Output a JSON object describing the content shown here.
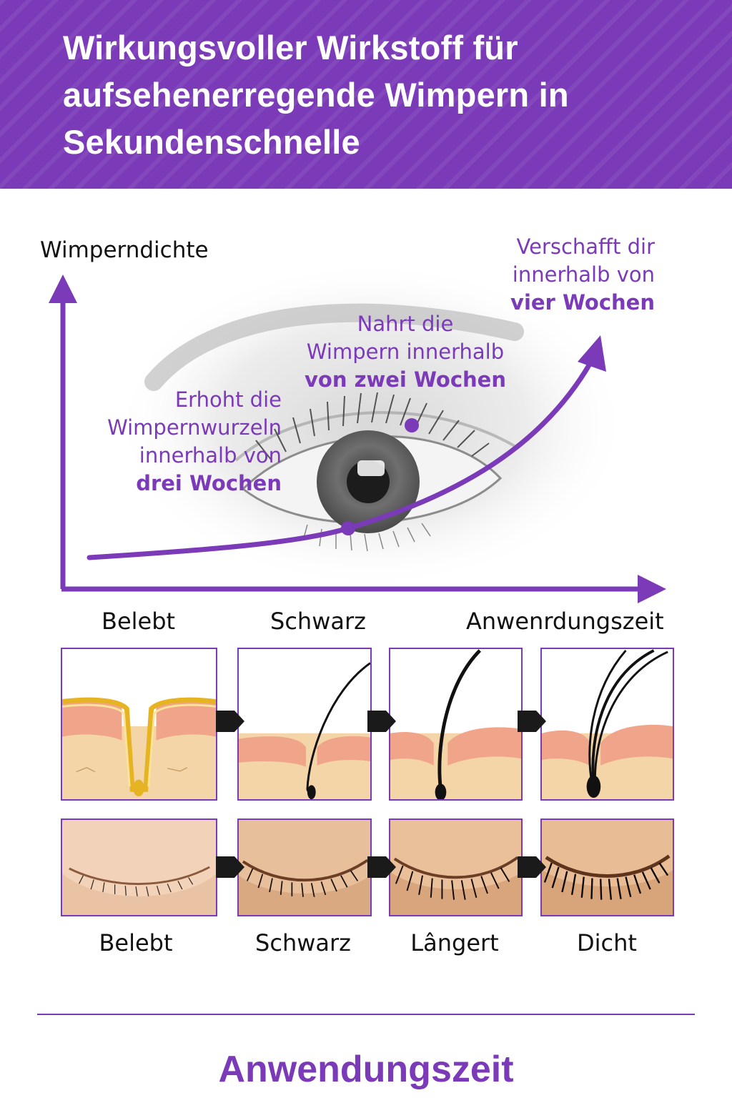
{
  "header": {
    "title": "Wirkungsvoller Wirkstoff für aufsehenerregende Wimpern in Sekundenschnelle"
  },
  "chart": {
    "y_axis_label": "Wimperndichte",
    "x_axis_label": "Anwenrdungszeit",
    "annotations": [
      {
        "lines": [
          "Erhoht die",
          "Wimpernwurzeln",
          "innerhalb von"
        ],
        "bold": "drei Wochen"
      },
      {
        "lines": [
          "Nahrt die",
          "Wimpern innerhalb"
        ],
        "bold": "von zwei Wochen"
      },
      {
        "lines": [
          "Verschafft dir",
          "innerhalb von"
        ],
        "bold": "vier Wochen"
      }
    ],
    "accent_color": "#7b3ab8"
  },
  "stages_top": {
    "captions": [
      "Belebt",
      "Schwarz"
    ]
  },
  "stages_bottom": {
    "captions": [
      "Belebt",
      "Schwarz",
      "Lângert",
      "Dicht"
    ]
  },
  "footer": {
    "title": "Anwendungszeit"
  },
  "icons": [
    "arrow-right-icon",
    "eye-illustration",
    "lash-follicle-illustration",
    "closed-eye-illustration"
  ]
}
